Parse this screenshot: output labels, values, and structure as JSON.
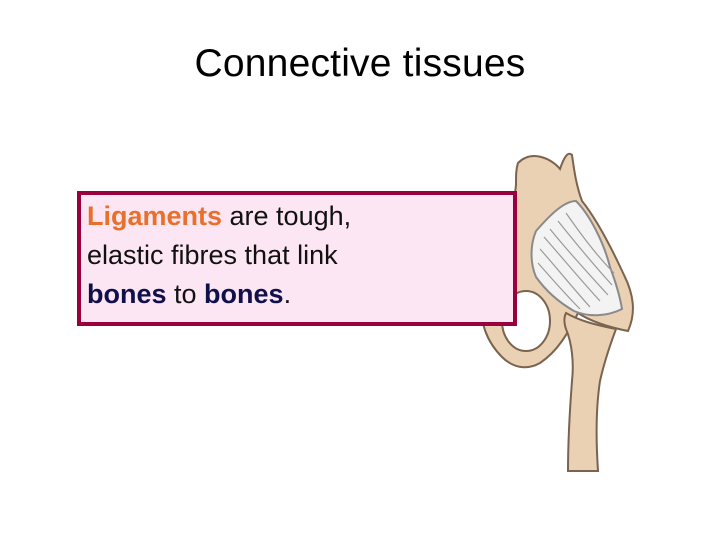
{
  "slide": {
    "title": "Connective tissues"
  },
  "callout": {
    "term": "Ligaments",
    "line1_rest": " are tough,",
    "line2": "elastic fibres that link",
    "bones_1": "bones",
    "to": " to ",
    "bones_2": "bones",
    "period": "."
  },
  "colors": {
    "box_border": "#99003d",
    "box_fill": "#fde6f3",
    "term_highlight": "#e8702a",
    "bones_highlight": "#10104a",
    "bone": "#ebd1b4",
    "ligament": "#f3f3f3"
  },
  "illustration": {
    "subject": "hip-joint-ligament-illustration"
  }
}
